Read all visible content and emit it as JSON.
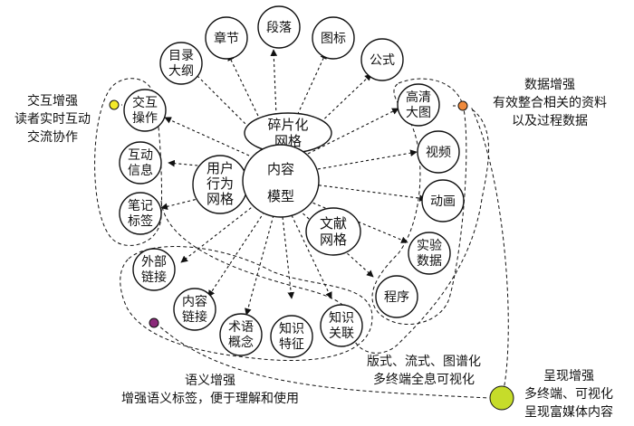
{
  "center": {
    "line1": "内容",
    "line2": "模型"
  },
  "hubs": {
    "fragment": [
      "碎片化",
      "网格"
    ],
    "user": [
      "用户",
      "行为",
      "网格"
    ],
    "doc": [
      "文献",
      "网格"
    ]
  },
  "top_nodes": {
    "toc": [
      "目录",
      "大纲"
    ],
    "chapter": [
      "章节"
    ],
    "paragraph": [
      "段落"
    ],
    "chart": [
      "图标"
    ],
    "formula": [
      "公式"
    ]
  },
  "left_nodes": {
    "interact": [
      "交互",
      "操作"
    ],
    "info": [
      "互动",
      "信息"
    ],
    "notes": [
      "笔记",
      "标签"
    ]
  },
  "right_nodes": {
    "hdimage": [
      "高清",
      "大图"
    ],
    "video": [
      "视频"
    ],
    "animation": [
      "动画"
    ],
    "experiment": [
      "实验",
      "数据"
    ],
    "program": [
      "程序"
    ]
  },
  "bottom_nodes": {
    "extlink": [
      "外部",
      "链接"
    ],
    "contentlink": [
      "内容",
      "链接"
    ],
    "term": [
      "术语",
      "概念"
    ],
    "feature": [
      "知识",
      "特征"
    ],
    "relation": [
      "知识",
      "关联"
    ]
  },
  "annotations": {
    "interaction": [
      "交互增强",
      "读者实时互动",
      "交流协作"
    ],
    "data": [
      "数据增强",
      "有效整合相关的资料",
      "以及过程数据"
    ],
    "semantic": [
      "语义增强",
      "增强语义标签，便于理解和使用"
    ],
    "format": [
      "版式、流式、图谱化",
      "多终端全息可视化"
    ],
    "presentation": [
      "呈现增强",
      "多终端、可视化",
      "呈现富媒体内容"
    ]
  },
  "colors": {
    "interaction_dot": "#f4ea2a",
    "data_dot": "#f08a3c",
    "semantic_dot": "#8b2a7a",
    "presentation_dot": "#c6dc2a"
  }
}
